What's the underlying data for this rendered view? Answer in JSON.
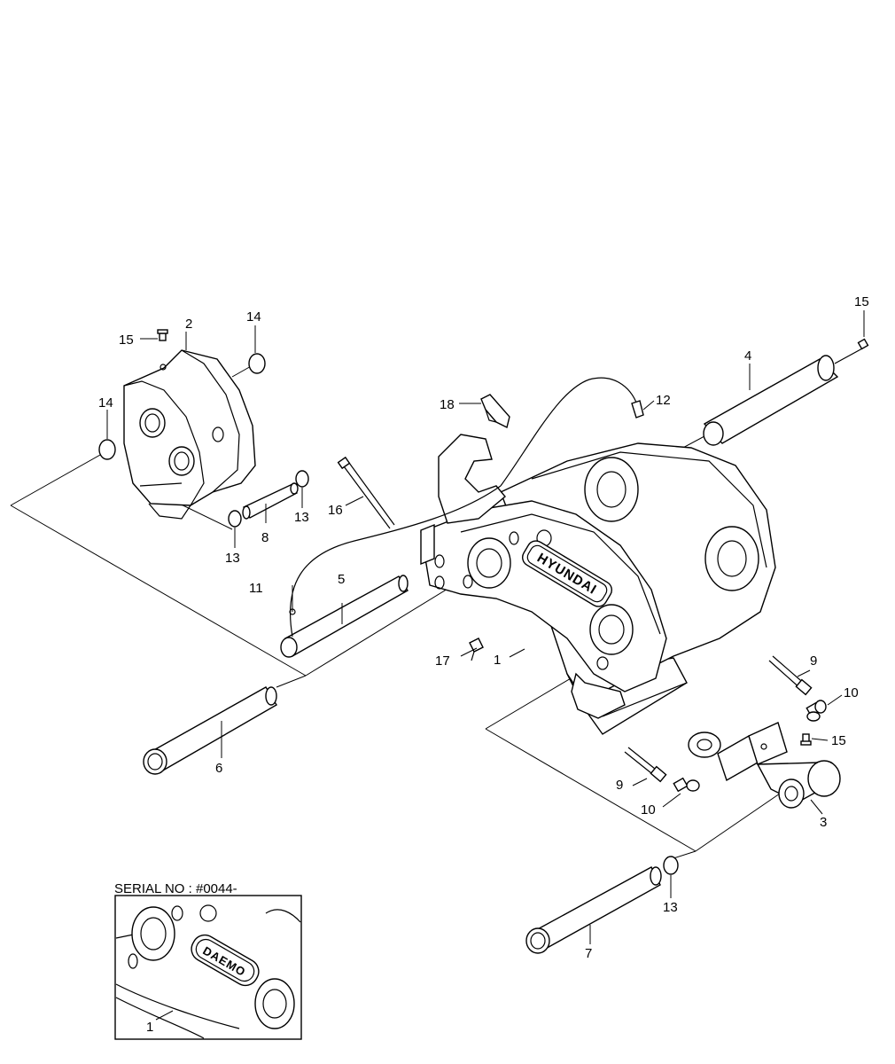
{
  "callouts": [
    {
      "id": "c-1",
      "label": "1"
    },
    {
      "id": "c-2",
      "label": "2"
    },
    {
      "id": "c-3",
      "label": "3"
    },
    {
      "id": "c-4",
      "label": "4"
    },
    {
      "id": "c-5",
      "label": "5"
    },
    {
      "id": "c-6",
      "label": "6"
    },
    {
      "id": "c-7",
      "label": "7"
    },
    {
      "id": "c-8",
      "label": "8"
    },
    {
      "id": "c-9a",
      "label": "9"
    },
    {
      "id": "c-9b",
      "label": "9"
    },
    {
      "id": "c-10a",
      "label": "10"
    },
    {
      "id": "c-10b",
      "label": "10"
    },
    {
      "id": "c-11",
      "label": "11"
    },
    {
      "id": "c-12",
      "label": "12"
    },
    {
      "id": "c-13a",
      "label": "13"
    },
    {
      "id": "c-13b",
      "label": "13"
    },
    {
      "id": "c-13c",
      "label": "13"
    },
    {
      "id": "c-14a",
      "label": "14"
    },
    {
      "id": "c-14b",
      "label": "14"
    },
    {
      "id": "c-15a",
      "label": "15"
    },
    {
      "id": "c-15b",
      "label": "15"
    },
    {
      "id": "c-15c",
      "label": "15"
    },
    {
      "id": "c-16",
      "label": "16"
    },
    {
      "id": "c-17",
      "label": "17"
    },
    {
      "id": "c-18",
      "label": "18"
    },
    {
      "id": "c-inset-1",
      "label": "1"
    }
  ],
  "brand_main": "HYUNDAI",
  "inset": {
    "title": "SERIAL NO : #0044-",
    "brand": "DAEMO"
  }
}
